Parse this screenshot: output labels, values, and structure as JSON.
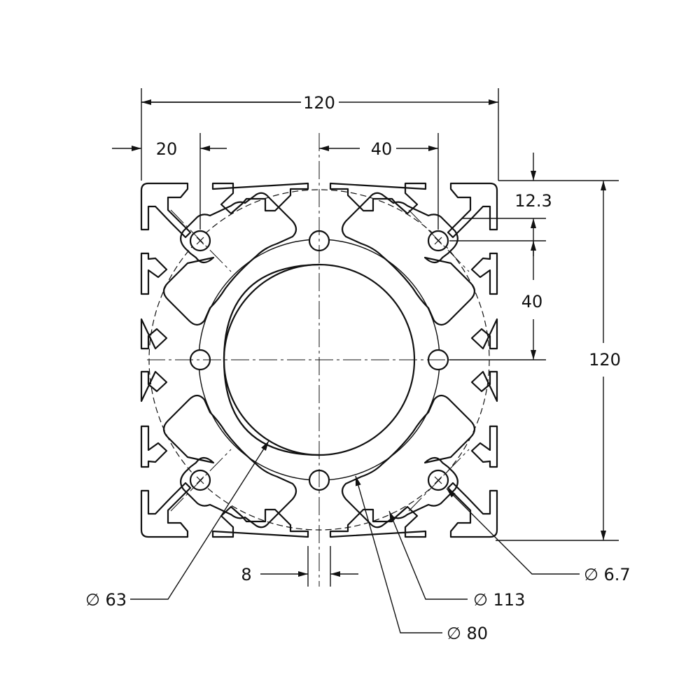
{
  "dimensions": {
    "overall_width": "120",
    "overall_height": "120",
    "offset_edge": "20",
    "hole_spacing_h": "40",
    "hole_spacing_v": "40",
    "slot_depth": "12.3",
    "slot_width": "8"
  },
  "callouts": {
    "dia_63": "∅ 63",
    "dia_113": "∅ 113",
    "dia_80": "∅ 80",
    "dia_6_7": "∅ 6.7"
  },
  "colors": {
    "line": "#111111",
    "background": "#ffffff"
  }
}
